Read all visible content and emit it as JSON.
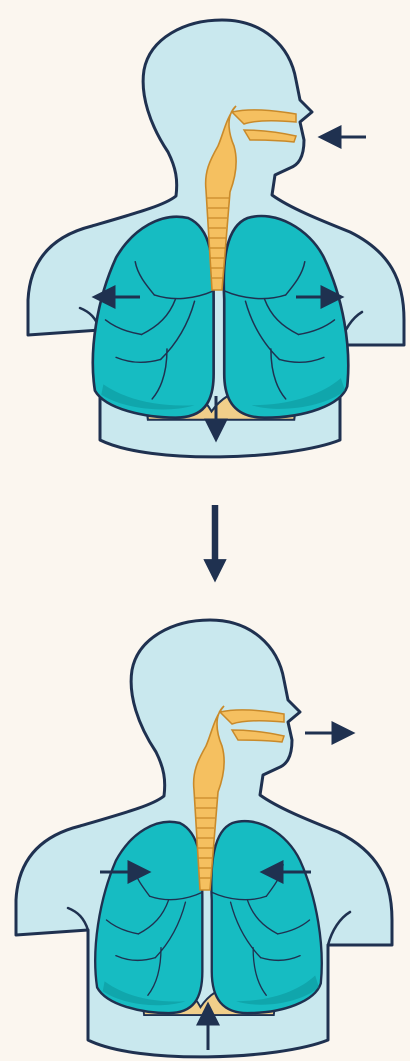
{
  "diagram": {
    "panels": [
      {
        "id": "inhale",
        "air_direction": "in",
        "lungs": "expanded",
        "diaphragm": "down"
      },
      {
        "id": "exhale",
        "air_direction": "out",
        "lungs": "contracted",
        "diaphragm": "up"
      }
    ],
    "transition_arrow": "down-arrow-icon",
    "colors": {
      "background": "#fbf6ef",
      "body_fill": "#c9e8ee",
      "outline": "#1f3150",
      "lung_fill": "#16bcc2",
      "lung_dark": "#0a8f95",
      "airway_fill": "#f5c060",
      "diaphragm_fill": "#f1cf8a",
      "arrow": "#1f3150"
    }
  }
}
